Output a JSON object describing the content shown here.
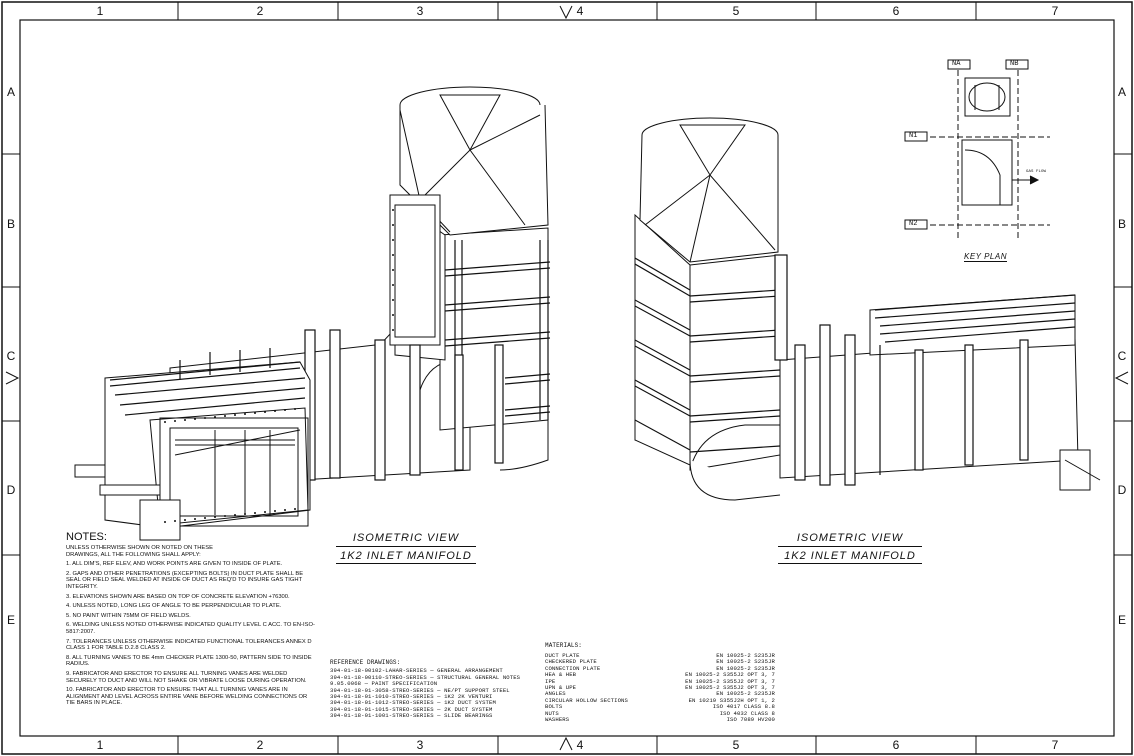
{
  "border": {
    "columns": [
      "1",
      "2",
      "3",
      "4",
      "5",
      "6",
      "7"
    ],
    "rows": [
      "A",
      "B",
      "C",
      "D",
      "E"
    ]
  },
  "views": [
    {
      "title": "ISOMETRIC VIEW",
      "subtitle": "1K2 INLET MANIFOLD"
    },
    {
      "title": "ISOMETRIC VIEW",
      "subtitle": "1K2 INLET MANIFOLD"
    }
  ],
  "key_plan": {
    "title": "KEY PLAN",
    "tags": [
      "NA",
      "NB",
      "N1",
      "N2"
    ],
    "flow_label": "GAS FLOW"
  },
  "notes": {
    "heading": "NOTES:",
    "intro": "UNLESS OTHERWISE SHOWN OR NOTED ON THESE DRAWINGS, ALL THE FOLLOWING SHALL APPLY:",
    "items": [
      "1. ALL DIM'S, REF ELEV, AND WORK POINTS ARE GIVEN TO INSIDE OF PLATE.",
      "2. GAPS AND OTHER PENETRATIONS (EXCEPTING BOLTS) IN DUCT PLATE SHALL BE SEAL OR FIELD SEAL WELDED AT INSIDE OF DUCT AS REQ'D TO INSURE GAS TIGHT INTEGRITY.",
      "3. ELEVATIONS SHOWN ARE BASED ON TOP OF CONCRETE ELEVATION +76300.",
      "4. UNLESS NOTED, LONG LEG OF ANGLE TO BE PERPENDICULAR TO PLATE.",
      "5. NO PAINT WITHIN 75MM OF FIELD WELDS.",
      "6. WELDING UNLESS NOTED OTHERWISE INDICATED QUALITY LEVEL C ACC. TO EN-ISO-5817:2007.",
      "7. TOLERANCES UNLESS OTHERWISE INDICATED FUNCTIONAL TOLERANCES ANNEX D CLASS 1 FOR TABLE D.2.8 CLASS 2.",
      "8. ALL TURNING VANES TO BE 4mm CHECKER PLATE 1300-50, PATTERN SIDE TO INSIDE RADIUS.",
      "9. FABRICATOR AND ERECTOR TO ENSURE ALL TURNING VANES ARE WELDED SECURELY TO DUCT AND WILL NOT SHAKE OR VIBRATE LOOSE DURING OPERATION.",
      "10. FABRICATOR AND ERECTOR TO ENSURE THAT ALL TURNING VANES ARE IN ALIGNMENT AND LEVEL ACROSS ENTIRE VANE BEFORE WELDING CONNECTIONS OR TIE BARS IN PLACE."
    ]
  },
  "reference_drawings": {
    "heading": "REFERENCE DRAWINGS:",
    "items": [
      "394-01-18-00102-LAHAR-SERIES — GENERAL ARRANGEMENT",
      "394-01-18-00110-STREO-SERIES — STRUCTURAL GENERAL NOTES",
      "9.05.0068 — PAINT SPECIFICATION",
      "394-01-18-01-3058-STREO-SERIES — NE/PT SUPPORT STEEL",
      "394-01-18-01-1010-STREO-SERIES — 1K2 2K VENTURI",
      "394-01-18-01-1012-STREO-SERIES — 1K2 DUCT SYSTEM",
      "394-01-18-01-1015-STREO-SERIES — 2K DUCT SYSTEM",
      "394-01-18-01-1001-STREO-SERIES — SLIDE BEARINGS"
    ]
  },
  "materials": {
    "heading": "MATERIALS:",
    "items": [
      {
        "name": "DUCT PLATE",
        "spec": "EN 10025-2 S235JR"
      },
      {
        "name": "CHECKERED PLATE",
        "spec": "EN 10025-2 S235JR"
      },
      {
        "name": "CONNECTION PLATE",
        "spec": "EN 10025-2 S235JR"
      },
      {
        "name": "HEA & HEB",
        "spec": "EN 10025-2 S355J2 OPT 3, 7"
      },
      {
        "name": "IPE",
        "spec": "EN 10025-2 S355J2 OPT 3, 7"
      },
      {
        "name": "UPN & UPE",
        "spec": "EN 10025-2 S355J2 OPT 3, 7"
      },
      {
        "name": "ANGLES",
        "spec": "EN 10025-2 S235JR"
      },
      {
        "name": "CIRCULAR HOLLOW SECTIONS",
        "spec": "EN 10219 S355J2H OPT 1, 2"
      },
      {
        "name": "BOLTS",
        "spec": "ISO 4017 CLASS 8.8"
      },
      {
        "name": "NUTS",
        "spec": "ISO 4032 CLASS 8"
      },
      {
        "name": "WASHERS",
        "spec": "ISO 7089 HV200"
      }
    ]
  }
}
